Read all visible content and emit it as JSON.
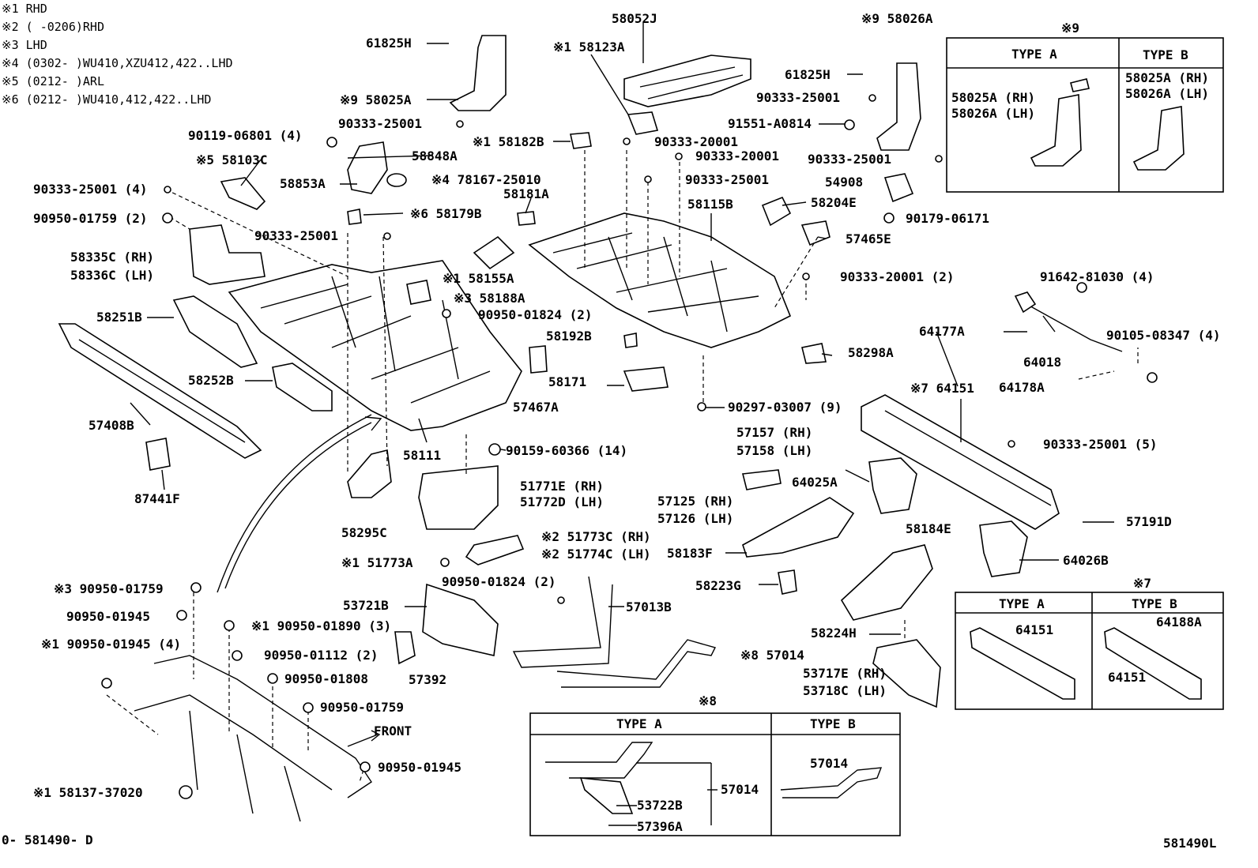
{
  "legend": [
    "※1 RHD",
    "※2 (      -0206)RHD",
    "※3 LHD",
    "※4 (0302-      )WU410,XZU412,422..LHD",
    "※5 (0212-      )ARL",
    "※6 (0212-      )WU410,412,422..LHD"
  ],
  "labels": {
    "l01": "61825H",
    "l02": "58052J",
    "l03": "※1 58123A",
    "l04": "※9 58026A",
    "l05": "※9 58025A",
    "l06": "90333-25001",
    "l07": "61825H",
    "l08": "90333-25001",
    "l09": "90119-06801 (4)",
    "l10": "58848A",
    "l11": "※1 58182B",
    "l12": "90333-20001",
    "l13": "91551-A0814",
    "l14": "90333-20001",
    "l15": "90333-25001",
    "l16": "※5 58103C",
    "l17": "58853A",
    "l18": "※4 78167-25010",
    "l19": "90333-25001",
    "l20": "54908",
    "l21": "90333-25001 (4)",
    "l22": "58181A",
    "l23": "58115B",
    "l24": "58204E",
    "l25": "90950-01759 (2)",
    "l26": "※6 58179B",
    "l27": "90179-06171",
    "l28": "90333-25001",
    "l29": "57465E",
    "l30": "58335C (RH)",
    "l31": "58336C (LH)",
    "l32": "※1 58155A",
    "l33": "90333-20001 (2)",
    "l34": "91642-81030 (4)",
    "l35": "※3 58188A",
    "l36": "58251B",
    "l37": "90950-01824 (2)",
    "l38": "64177A",
    "l39": "90105-08347 (4)",
    "l40": "58192B",
    "l41": "58298A",
    "l42": "64018",
    "l43": "58171",
    "l44": "64178A",
    "l45": "58252B",
    "l46": "57467A",
    "l47": "※7 64151",
    "l48": "57408B",
    "l49": "90297-03007 (9)",
    "l50": "58111",
    "l51": "57157 (RH)",
    "l52": "57158 (LH)",
    "l53": "90159-60366 (14)",
    "l54": "90333-25001 (5)",
    "l55": "87441F",
    "l56": "64025A",
    "l57": "51771E (RH)",
    "l58": "51772D (LH)",
    "l59": "57125 (RH)",
    "l60": "57126 (LH)",
    "l61": "58295C",
    "l62": "57191D",
    "l63": "※2 51773C (RH)",
    "l64": "※2 51774C (LH)",
    "l65": "58183F",
    "l66": "58184E",
    "l67": "※1 51773A",
    "l68": "64026B",
    "l69": "58223G",
    "l70": "※3 90950-01759",
    "l71": "90950-01824 (2)",
    "l72": "57013B",
    "l73": "53721B",
    "l74": "90950-01945",
    "l75": "※1 90950-01890 (3)",
    "l76": "※1 90950-01945 (4)",
    "l77": "90950-01112 (2)",
    "l78": "58224H",
    "l79": "※8 57014",
    "l80": "57392",
    "l81": "90950-01808",
    "l82": "53717E (RH)",
    "l83": "53718C (LH)",
    "l84": "90950-01759",
    "l85": "FRONT",
    "l86": "90950-01945",
    "l87": "※1 58137-37020"
  },
  "inset9": {
    "mark": "※9",
    "typeA": "TYPE A",
    "typeB": "TYPE B",
    "a1": "58025A (RH)",
    "a2": "58026A (LH)",
    "b1": "58025A (RH)",
    "b2": "58026A (LH)"
  },
  "inset7": {
    "mark": "※7",
    "typeA": "TYPE A",
    "typeB": "TYPE B",
    "a1": "64151",
    "b1": "64188A",
    "b2": "64151"
  },
  "inset8": {
    "mark": "※8",
    "typeA": "TYPE A",
    "typeB": "TYPE B",
    "a1": "57014",
    "a2": "53722B",
    "a3": "57396A",
    "b1": "57014"
  },
  "footer": {
    "left": "0- 581490- D",
    "right": "581490L"
  }
}
